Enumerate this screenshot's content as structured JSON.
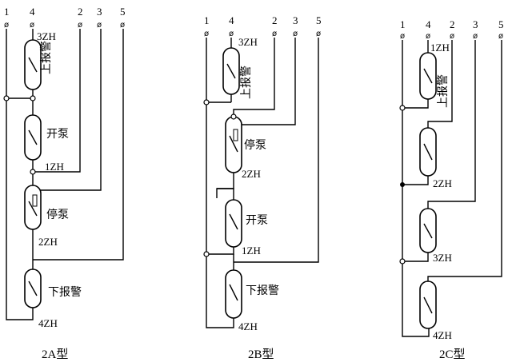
{
  "terminals": [
    "1",
    "4",
    "2",
    "3",
    "5"
  ],
  "terminal_symbol": "ø",
  "labels": {
    "upper_alarm": "上报警",
    "start_pump": "开泵",
    "stop_pump": "停泵",
    "lower_alarm": "下报警"
  },
  "switch_ids": {
    "zh1": "1ZH",
    "zh2": "2ZH",
    "zh3": "3ZH",
    "zh4": "4ZH"
  },
  "captions": {
    "a": "2A型",
    "b": "2B型",
    "c": "2C型"
  }
}
